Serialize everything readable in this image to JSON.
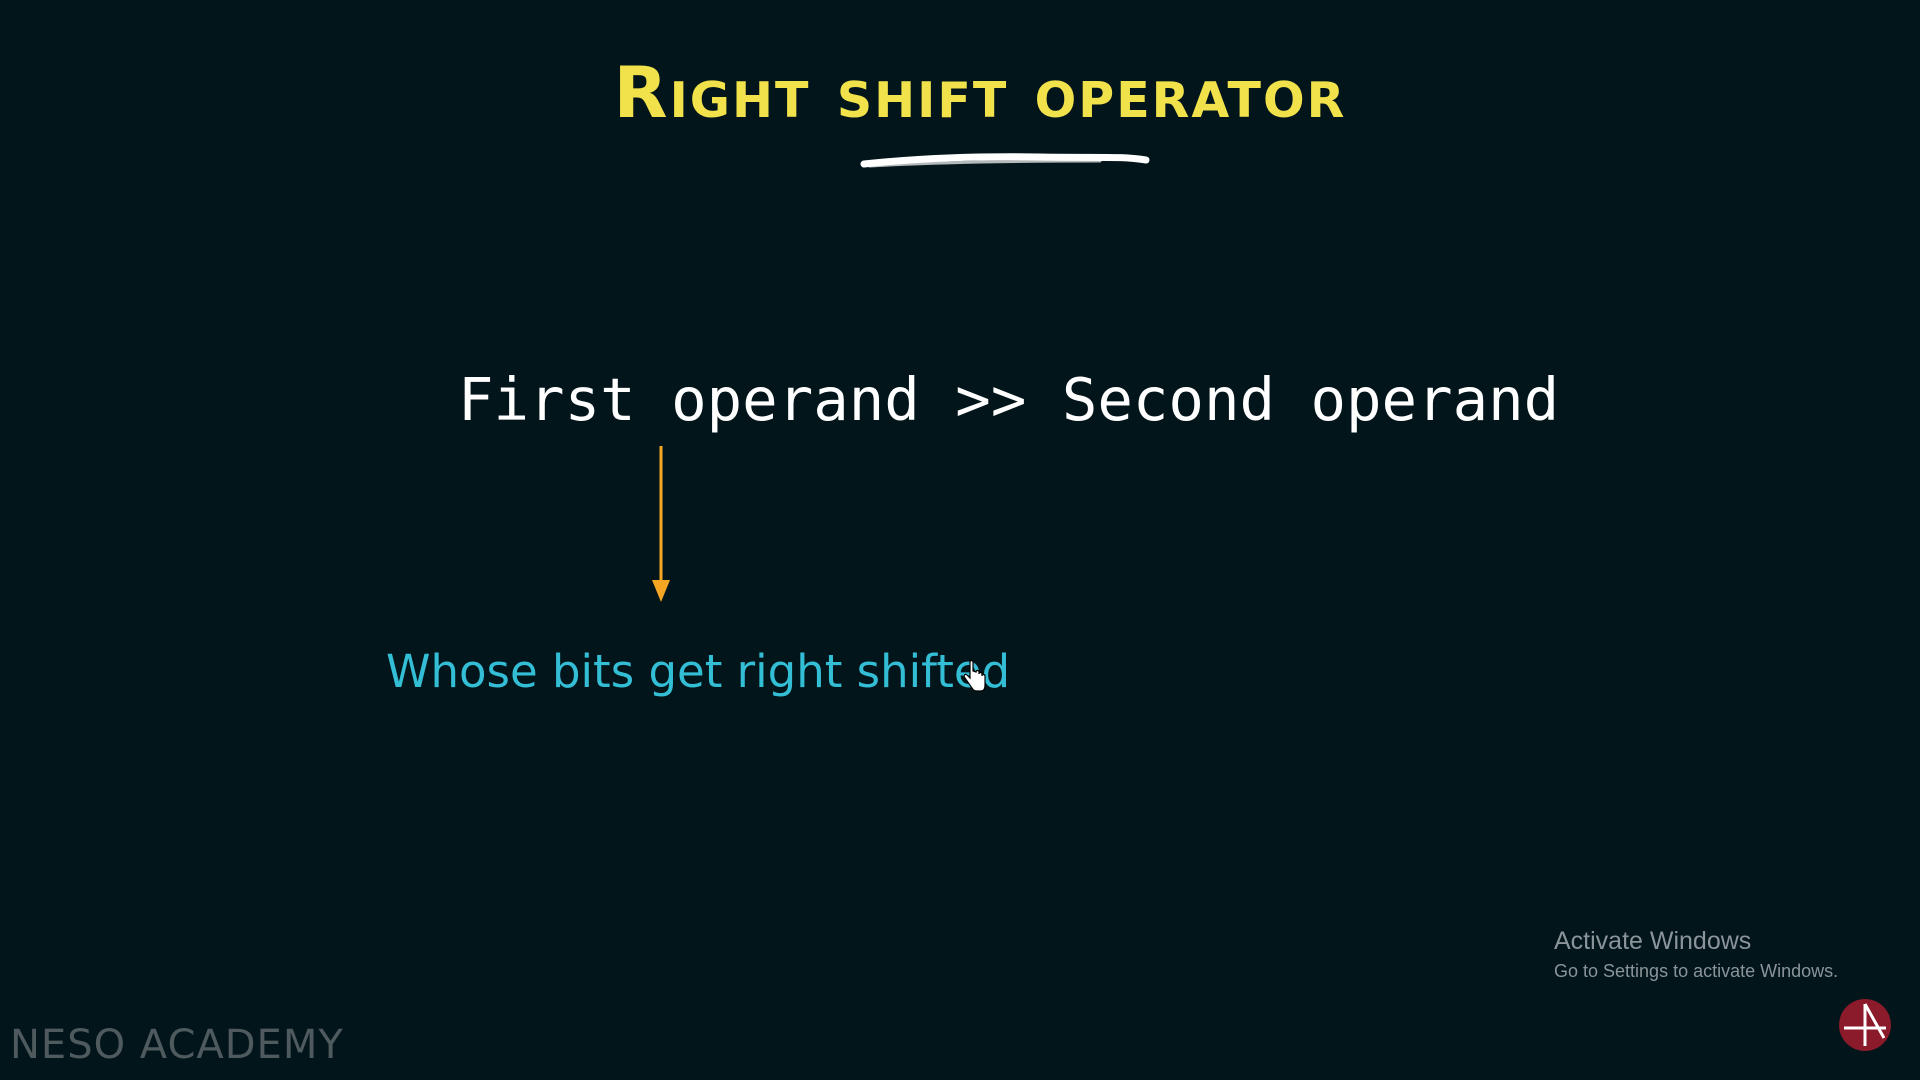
{
  "slide": {
    "title": "Right shift operator",
    "expression": "First operand >> Second operand",
    "annotation": "Whose bits get right shifted"
  },
  "watermark": {
    "title": "Activate Windows",
    "subtitle": "Go to Settings to activate Windows."
  },
  "brand": {
    "name": "NESO ACADEMY"
  },
  "colors": {
    "background": "#02151a",
    "title": "#f1e14a",
    "expression": "#ffffff",
    "arrow": "#f5a623",
    "annotation": "#33bed6",
    "logo": "#8b1a2b"
  },
  "icons": {
    "cursor": "hand-pointer-icon",
    "logo": "neso-logo-icon",
    "arrow": "arrow-down-icon"
  }
}
